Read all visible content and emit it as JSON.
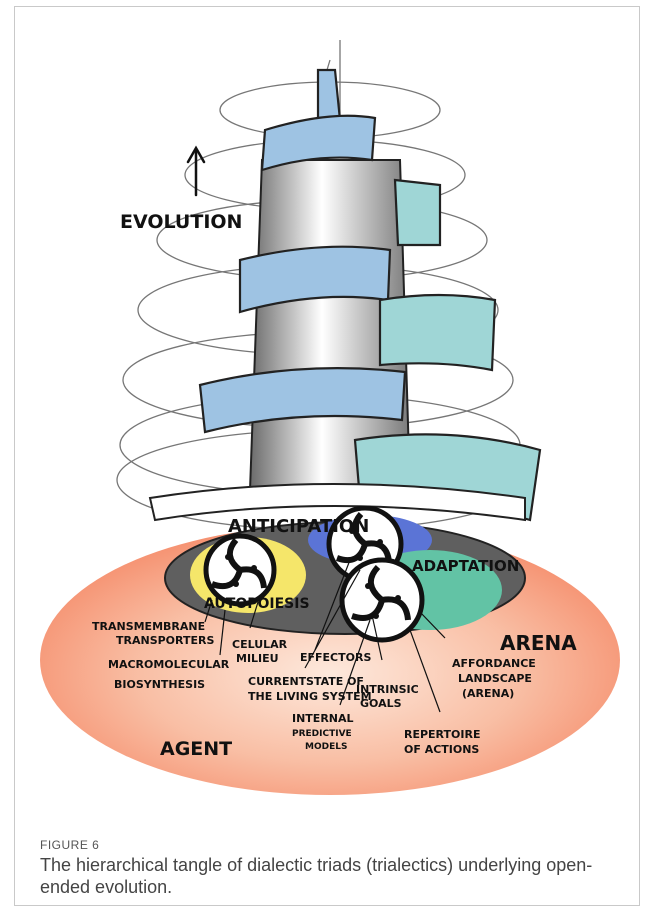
{
  "figure": {
    "evolution_label": "EVOLUTION",
    "labels": {
      "anticipation": "ANTICIPATION",
      "adaptation": "ADAPTATION",
      "autopoiesis": "AUTOPOIESIS",
      "arena": "ARENA",
      "agent": "AGENT",
      "transmembrane_1": "TRANSMEMBRANE",
      "transmembrane_2": "TRANSPORTERS",
      "cellular_1": "CELULAR",
      "cellular_2": "MILIEU",
      "macromolecular_1": "MACROMOLECULAR",
      "macromolecular_2": "BIOSYNTHESIS",
      "effectors": "EFFECTORS",
      "current_1": "CURRENT",
      "current_2": "STATE OF",
      "current_3": "THE LIVING SYSTEM",
      "intrinsic_1": "INTRINSIC",
      "intrinsic_2": "GOALS",
      "affordance_1": "AFFORDANCE",
      "affordance_2": "LANDSCAPE",
      "affordance_3": "(ARENA)",
      "internal_1": "INTERNAL",
      "internal_2": "PREDICTIVE",
      "internal_3": "MODELS",
      "repertoire_1": "REPERTOIRE",
      "repertoire_2": "OF ACTIONS"
    },
    "colors": {
      "ribbon_blue": "#9ec3e3",
      "ribbon_teal": "#9fd6d6",
      "ground_orange": "#f47b55",
      "ring_grey": "#5f5f5f",
      "yellow": "#f5e66a",
      "blue": "#5b74d6",
      "green": "#62c3a5"
    }
  },
  "caption": {
    "label": "FIGURE 6",
    "text": "The hierarchical tangle of dialectic triads (trialectics) underlying open-ended evolution."
  }
}
